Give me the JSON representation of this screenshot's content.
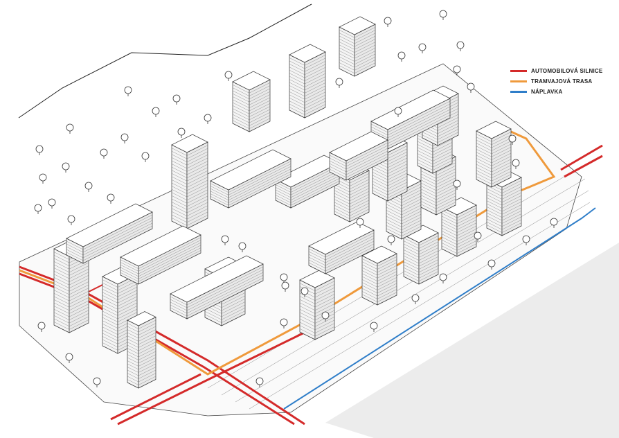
{
  "legend": {
    "items": [
      {
        "label": "AUTOMOBILOVÁ SILNICE",
        "color": "#d42a2a",
        "icon": "road-line"
      },
      {
        "label": "TRAMVAJOVÁ TRASA",
        "color": "#ef9a3c",
        "icon": "tram-line"
      },
      {
        "label": "NÁPLAVKA",
        "color": "#2f7ec9",
        "icon": "riverside-line"
      }
    ]
  },
  "colors": {
    "background": "#ffffff",
    "river": "#ececec",
    "road": "#d42a2a",
    "tram": "#ef9a3c",
    "riverside": "#2f7ec9",
    "outline": "#333333"
  }
}
